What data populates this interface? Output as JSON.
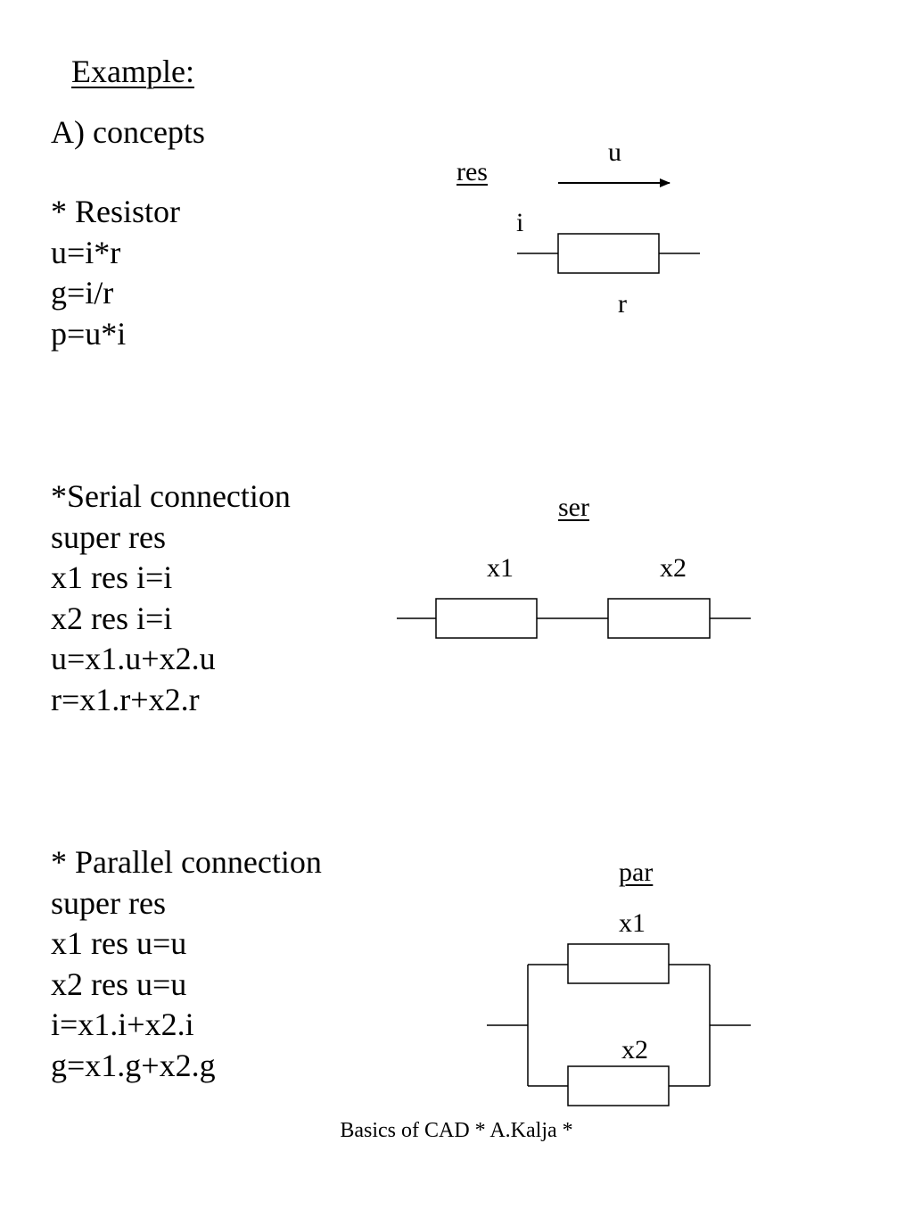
{
  "title": "Example:",
  "section_heading": "A) concepts",
  "resistor": {
    "lines": [
      "* Resistor",
      "u=i*r",
      "g=i/r",
      "p=u*i"
    ],
    "diagram": {
      "name": "res",
      "voltage_label": "u",
      "current_label": "i",
      "resistance_label": "r"
    }
  },
  "serial": {
    "lines": [
      "*Serial connection",
      "super res",
      "x1 res i=i",
      "x2 res i=i",
      "u=x1.u+x2.u",
      "r=x1.r+x2.r"
    ],
    "diagram": {
      "name": "ser",
      "left_label": "x1",
      "right_label": "x2"
    }
  },
  "parallel": {
    "lines": [
      "* Parallel connection",
      "super res",
      "x1 res u=u",
      "x2 res u=u",
      "i=x1.i+x2.i",
      "g=x1.g+x2.g"
    ],
    "diagram": {
      "name": "par",
      "top_label": "x1",
      "bottom_label": "x2"
    }
  },
  "footer": "Basics of CAD * A.Kalja *",
  "colors": {
    "background": "#ffffff",
    "ink": "#000000"
  }
}
